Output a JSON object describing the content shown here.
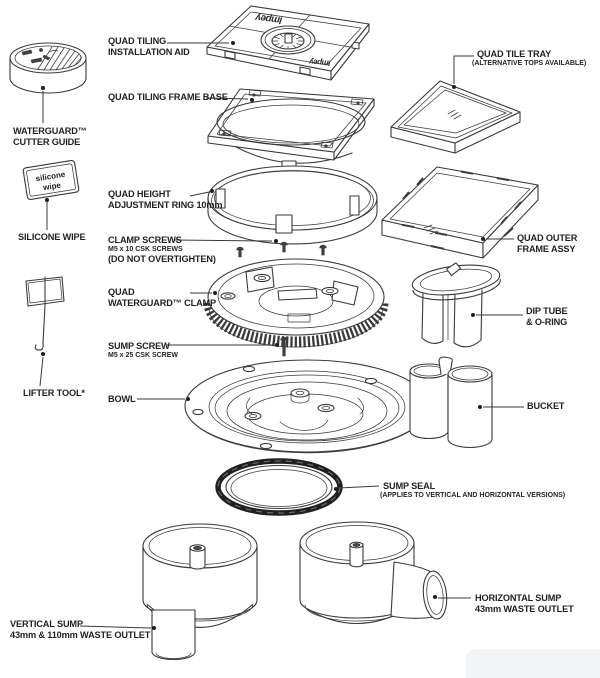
{
  "colors": {
    "line": "#3a3a3a",
    "text": "#231f20",
    "background": "#ffffff",
    "seal_dark": "#1f1f1f",
    "artifact_gray": "#f2f3f4"
  },
  "brand": {
    "plate_text_top": "Impey",
    "plate_text_bottom": "Impey"
  },
  "packet": {
    "line1": "silicone",
    "line2": "wipe"
  },
  "labels": {
    "installation_aid": {
      "l1": "QUAD TILING",
      "l2": "INSTALLATION AID"
    },
    "tile_tray": {
      "l1": "QUAD TILE TRAY",
      "l2": "(ALTERNATIVE TOPS AVAILABLE)"
    },
    "frame_base": {
      "l1": "QUAD TILING FRAME BASE"
    },
    "cutter_guide": {
      "l1": "WATERGUARD™",
      "l2": "CUTTER GUIDE"
    },
    "height_ring": {
      "l1": "QUAD HEIGHT",
      "l2": "ADJUSTMENT RING 10mm"
    },
    "silicone_wipe": {
      "l1": "SILICONE WIPE"
    },
    "clamp_screws": {
      "l1": "CLAMP SCREWS",
      "l2": "M5 x 10 CSK SCREWS",
      "l3": "(DO NOT OVERTIGHTEN)"
    },
    "outer_frame": {
      "l1": "QUAD OUTER",
      "l2": "FRAME ASSY"
    },
    "waterguard_clamp": {
      "l1": "QUAD",
      "l2": "WATERGUARD™ CLAMP"
    },
    "sump_screw": {
      "l1": "SUMP SCREW",
      "l2": "M5 x 25 CSK SCREW"
    },
    "dip_tube": {
      "l1": "DIP TUBE",
      "l2": "& O-RING"
    },
    "lifter_tool": {
      "l1": "LIFTER TOOL*"
    },
    "bowl": {
      "l1": "BOWL"
    },
    "bucket": {
      "l1": "BUCKET"
    },
    "sump_seal": {
      "l1": "SUMP SEAL",
      "l2": "(APPLIES TO VERTICAL AND HORIZONTAL VERSIONS)"
    },
    "vertical_sump": {
      "l1": "VERTICAL SUMP",
      "l2": "43mm  & 110mm WASTE OUTLET"
    },
    "horizontal_sump": {
      "l1": "HORIZONTAL SUMP",
      "l2": "43mm WASTE OUTLET"
    }
  }
}
